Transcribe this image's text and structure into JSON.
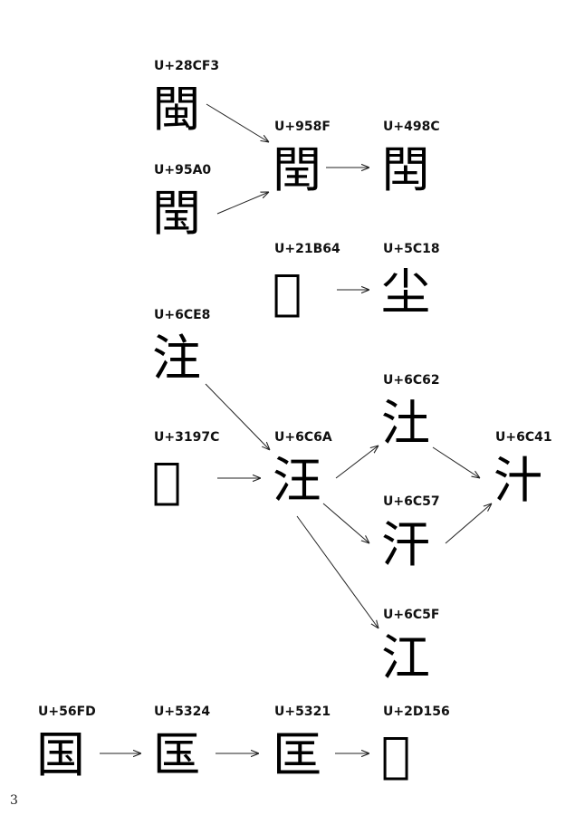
{
  "nodes": [
    {
      "id": "n28CF3",
      "code": "U+28CF3",
      "char": "閩"
    },
    {
      "id": "n95A0",
      "code": "U+95A0",
      "char": "閠"
    },
    {
      "id": "n958F",
      "code": "U+958F",
      "char": "閏"
    },
    {
      "id": "n498C",
      "code": "U+498C",
      "char": "䦌"
    },
    {
      "id": "n21B64",
      "code": "U+21B64",
      "char": "𡭤"
    },
    {
      "id": "n5C18",
      "code": "U+5C18",
      "char": "尘"
    },
    {
      "id": "n6CE8",
      "code": "U+6CE8",
      "char": "注"
    },
    {
      "id": "n3197C",
      "code": "U+3197C",
      "char": "𱥼"
    },
    {
      "id": "n6C6A",
      "code": "U+6C6A",
      "char": "汪"
    },
    {
      "id": "n6C62",
      "code": "U+6C62",
      "char": "汢"
    },
    {
      "id": "n6C57",
      "code": "U+6C57",
      "char": "汗"
    },
    {
      "id": "n6C5F",
      "code": "U+6C5F",
      "char": "江"
    },
    {
      "id": "n6C41",
      "code": "U+6C41",
      "char": "汁"
    },
    {
      "id": "n56FD",
      "code": "U+56FD",
      "char": "国"
    },
    {
      "id": "n5324",
      "code": "U+5324",
      "char": "匤"
    },
    {
      "id": "n5321",
      "code": "U+5321",
      "char": "匡"
    },
    {
      "id": "n2D156",
      "code": "U+2D156",
      "char": "𭅖"
    }
  ],
  "edges": [
    {
      "from": "n28CF3",
      "to": "n958F"
    },
    {
      "from": "n95A0",
      "to": "n958F"
    },
    {
      "from": "n958F",
      "to": "n498C"
    },
    {
      "from": "n21B64",
      "to": "n5C18"
    },
    {
      "from": "n6CE8",
      "to": "n6C6A"
    },
    {
      "from": "n3197C",
      "to": "n6C6A"
    },
    {
      "from": "n6C6A",
      "to": "n6C62"
    },
    {
      "from": "n6C6A",
      "to": "n6C57"
    },
    {
      "from": "n6C6A",
      "to": "n6C5F"
    },
    {
      "from": "n6C62",
      "to": "n6C41"
    },
    {
      "from": "n6C57",
      "to": "n6C41"
    },
    {
      "from": "n56FD",
      "to": "n5324"
    },
    {
      "from": "n5324",
      "to": "n5321"
    },
    {
      "from": "n5321",
      "to": "n2D156"
    }
  ],
  "page_number": "3"
}
